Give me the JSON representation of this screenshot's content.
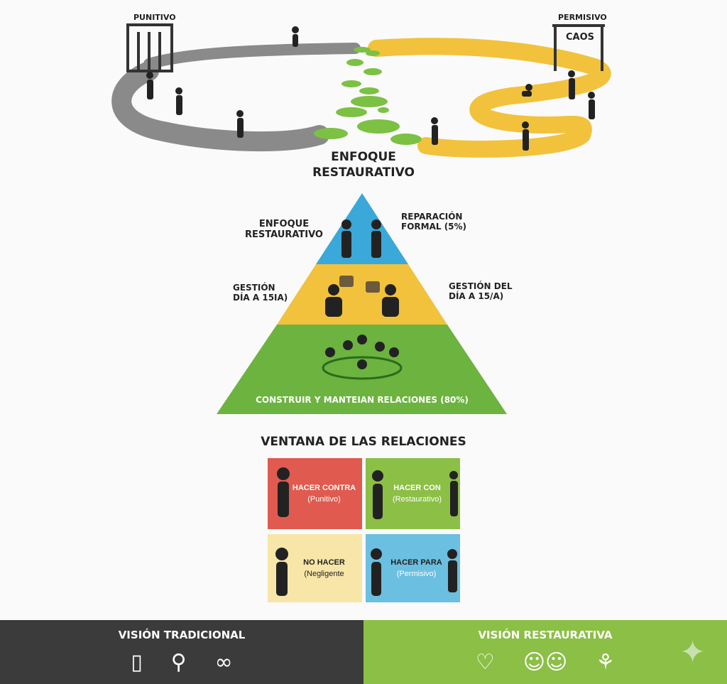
{
  "top": {
    "punitive_label": "PUNITIVO",
    "permissive_label": "PERMISIVO",
    "chaos_label": "CAOS"
  },
  "title": {
    "line1": "ENFOQUE",
    "line2": "RESTAURATIVO"
  },
  "pyramid": {
    "left_top": {
      "line1": "ENFOQUE",
      "line2": "RESTAURATIVO"
    },
    "right_top": {
      "line1": "REPARACIÓN",
      "line2": "FORMAL (5%)"
    },
    "left_mid": {
      "line1": "GESTIÓN",
      "line2": "DÍA A 15IA)"
    },
    "right_mid": {
      "line1": "GESTIÓN DEL",
      "line2": "DÍA A 15/A)"
    },
    "base_label": "CONSTRUIR Y MANTEIAN RELACIONES (80%)",
    "colors": {
      "top": "#3aa8d8",
      "mid": "#f2c23c",
      "base": "#6cb33f"
    }
  },
  "window": {
    "title": "VENTANA DE LAS RELACIONES",
    "quadrants": [
      {
        "title": "HACER CONTRA",
        "sub": "(Punitivo)",
        "color": "#e05a4f"
      },
      {
        "title": "HACER CON",
        "sub": "(Restaurativo)",
        "color": "#8bbf45"
      },
      {
        "title": "NO HACER",
        "sub": "(Negligente",
        "color": "#f8e6a8"
      },
      {
        "title": "HACER PARA",
        "sub": "(Permisivo)",
        "color": "#6bbfe0"
      }
    ]
  },
  "footer": {
    "left_title": "VISIÓN TRADICIONAL",
    "right_title": "VISIÓN RESTAURATIVA",
    "left_icons": [
      "document-icon",
      "magnifier-icon",
      "handcuffs-icon"
    ],
    "right_icons": [
      "broken-heart-icon",
      "group-icon",
      "plant-icon"
    ]
  }
}
